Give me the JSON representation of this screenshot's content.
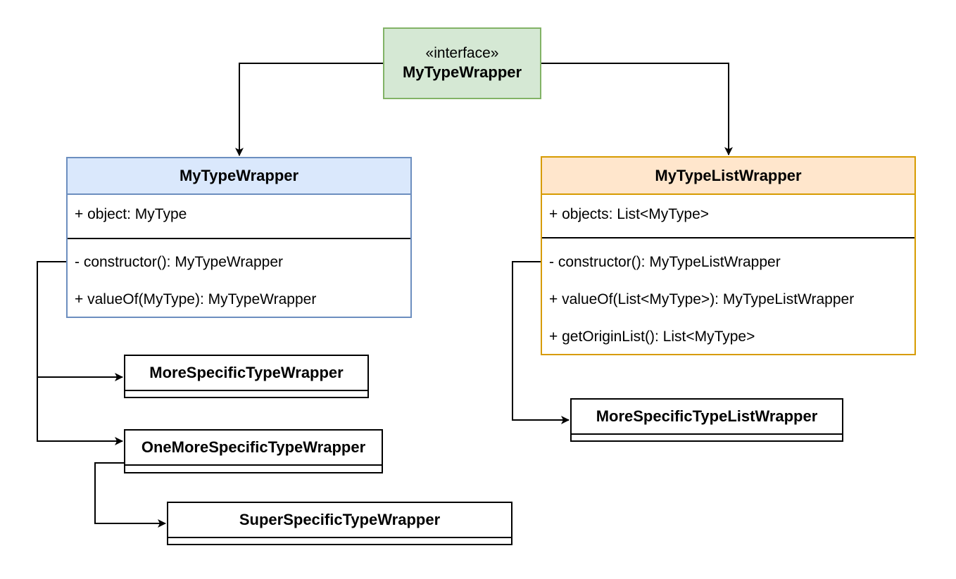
{
  "interface": {
    "stereotype": "«interface»",
    "name": "MyTypeWrapper"
  },
  "my_type_wrapper": {
    "name": "MyTypeWrapper",
    "fields": [
      "+ object: MyType"
    ],
    "methods": [
      "- constructor(): MyTypeWrapper",
      "+ valueOf(MyType): MyTypeWrapper"
    ]
  },
  "my_type_list_wrapper": {
    "name": "MyTypeListWrapper",
    "fields": [
      "+ objects: List<MyType>"
    ],
    "methods": [
      "- constructor(): MyTypeListWrapper",
      "+ valueOf(List<MyType>): MyTypeListWrapper",
      "+ getOriginList(): List<MyType>"
    ]
  },
  "subclasses": {
    "more_specific": "MoreSpecificTypeWrapper",
    "one_more_specific": "OneMoreSpecificTypeWrapper",
    "super_specific": "SuperSpecificTypeWrapper",
    "more_specific_list": "MoreSpecificTypeListWrapper"
  },
  "colors": {
    "interface_fill": "#d5e8d4",
    "interface_stroke": "#82b366",
    "wrapper_fill": "#dae8fc",
    "wrapper_stroke": "#6c8ebf",
    "list_fill": "#ffe6cc",
    "list_stroke": "#d79b00",
    "line": "#000000"
  }
}
